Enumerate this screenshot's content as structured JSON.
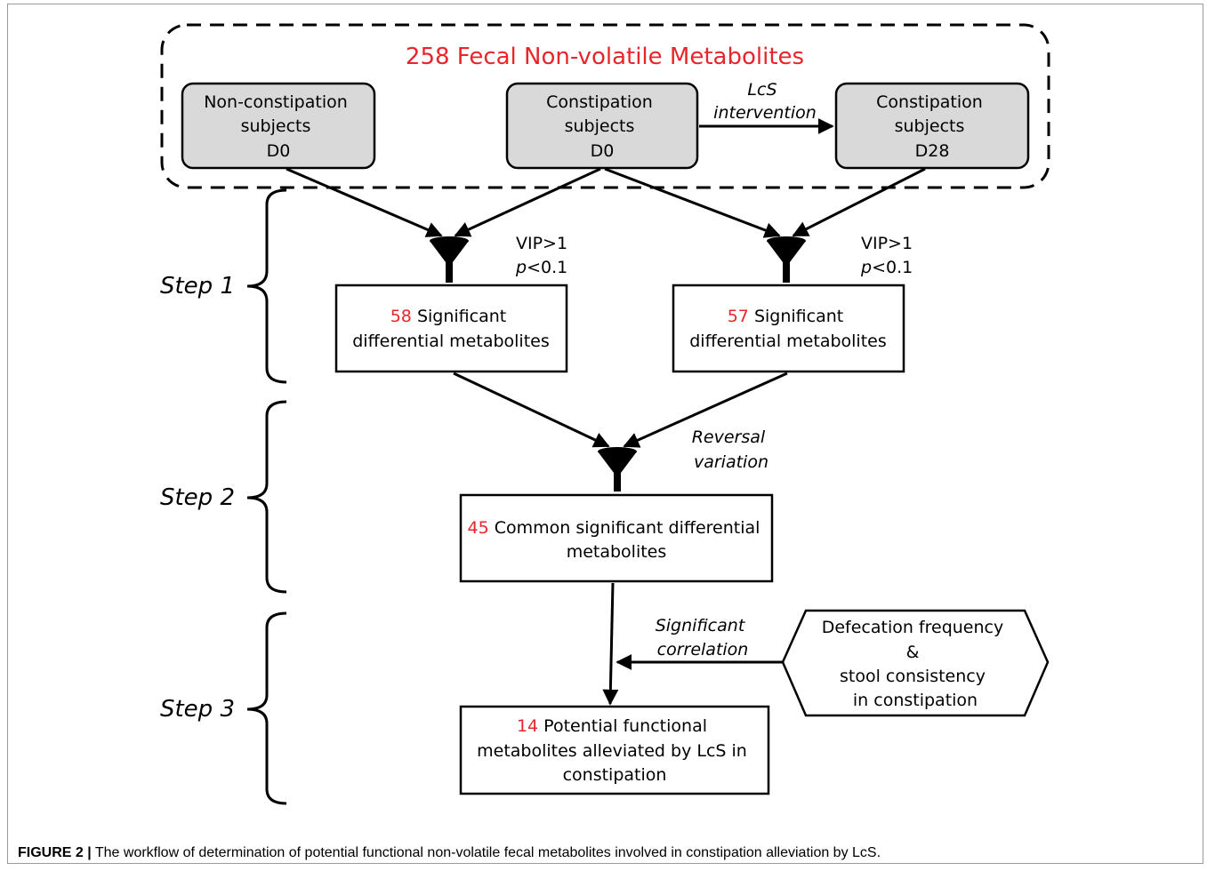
{
  "title": "258 Fecal Non-volatile Metabolites",
  "groups": {
    "non_constipation": [
      "Non-constipation",
      "subjects",
      "D0"
    ],
    "constipation_d0": [
      "Constipation",
      "subjects",
      "D0"
    ],
    "constipation_d28": [
      "Constipation",
      "subjects",
      "D28"
    ]
  },
  "intervention": [
    "LcS",
    "intervention"
  ],
  "filter_left": {
    "vip": "VIP>1",
    "p_var": "p",
    "p_rest": "<0.1"
  },
  "filter_right": {
    "vip": "VIP>1",
    "p_var": "p",
    "p_rest": "<0.1"
  },
  "result_left": {
    "count": "58",
    "line1_rest": " Significant",
    "line2": "differential metabolites"
  },
  "result_right": {
    "count": "57",
    "line1_rest": " Significant",
    "line2": "differential metabolites"
  },
  "reversal": [
    "Reversal",
    "variation"
  ],
  "common": {
    "count": "45",
    "line1_rest": " Common significant differential",
    "line2": "metabolites"
  },
  "correlation": [
    "Significant",
    "correlation"
  ],
  "clinical": [
    "Defecation frequency",
    "&",
    "stool consistency",
    "in constipation"
  ],
  "final": {
    "count": "14",
    "line1_rest": " Potential functional",
    "line2": "metabolites alleviated by LcS in",
    "line3": "constipation"
  },
  "steps": [
    "Step 1",
    "Step 2",
    "Step 3"
  ],
  "caption": {
    "label": "FIGURE 2 |",
    "text": " The workflow of determination of potential functional non-volatile fecal metabolites involved in constipation alleviation by LcS."
  },
  "colors": {
    "accent_red": "#e8262a",
    "box_gray": "#d9d9d9",
    "ink": "#000000"
  }
}
